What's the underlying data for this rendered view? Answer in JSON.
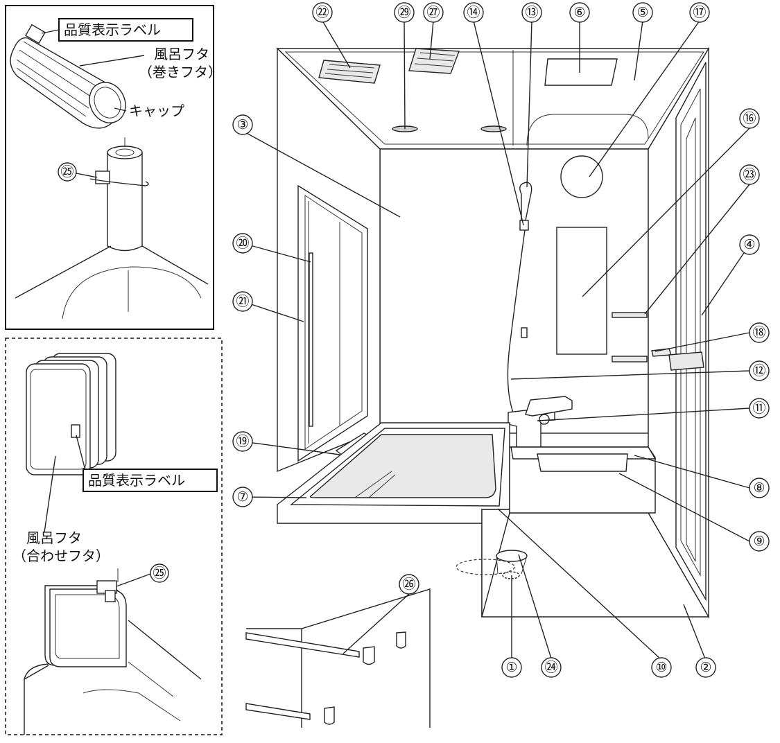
{
  "callouts": [
    {
      "id": "c1",
      "label": "①"
    },
    {
      "id": "c2",
      "label": "②"
    },
    {
      "id": "c3",
      "label": "③"
    },
    {
      "id": "c4",
      "label": "④"
    },
    {
      "id": "c5",
      "label": "⑤"
    },
    {
      "id": "c6",
      "label": "⑥"
    },
    {
      "id": "c7",
      "label": "⑦"
    },
    {
      "id": "c8",
      "label": "⑧"
    },
    {
      "id": "c9",
      "label": "⑨"
    },
    {
      "id": "c10",
      "label": "⑩"
    },
    {
      "id": "c11",
      "label": "⑪"
    },
    {
      "id": "c12",
      "label": "⑫"
    },
    {
      "id": "c13",
      "label": "⑬"
    },
    {
      "id": "c14",
      "label": "⑭"
    },
    {
      "id": "c16",
      "label": "⑯"
    },
    {
      "id": "c17",
      "label": "⑰"
    },
    {
      "id": "c18",
      "label": "⑱"
    },
    {
      "id": "c19",
      "label": "⑲"
    },
    {
      "id": "c20",
      "label": "⑳"
    },
    {
      "id": "c21",
      "label": "㉑"
    },
    {
      "id": "c22",
      "label": "㉒"
    },
    {
      "id": "c23",
      "label": "㉓"
    },
    {
      "id": "c24",
      "label": "㉔"
    },
    {
      "id": "c25a",
      "label": "㉕"
    },
    {
      "id": "c25b",
      "label": "㉕"
    },
    {
      "id": "c26",
      "label": "㉖"
    },
    {
      "id": "c27",
      "label": "㉗"
    },
    {
      "id": "c29",
      "label": "㉙"
    }
  ],
  "inset_roll": {
    "quality_label": "品質表示ラベル",
    "lid_line1": "風呂フタ",
    "lid_line2": "（巻きフタ）",
    "cap": "キャップ"
  },
  "inset_panel": {
    "quality_label": "品質表示ラベル",
    "lid_line1": "風呂フタ",
    "lid_line2": "（合わせフタ）"
  }
}
